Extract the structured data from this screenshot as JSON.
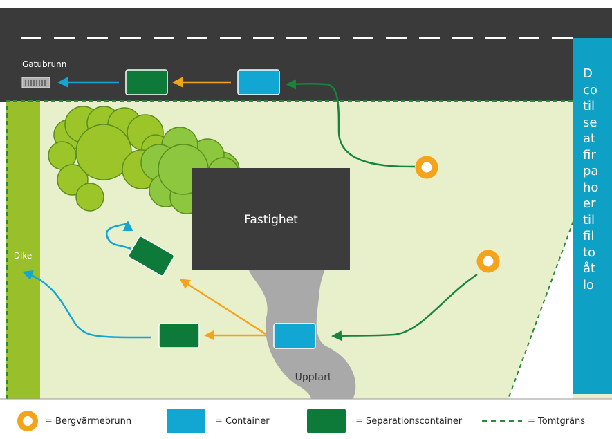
{
  "labels": {
    "gatubrunn": "Gatubrunn",
    "dike": "Dike",
    "fastighet": "Fastighet",
    "uppfart": "Uppfart"
  },
  "info_box": {
    "visible_text": "D co til se at fir pa ho er til fil to åt lo"
  },
  "legend": {
    "bergvarmebrunn": "= Bergvärmebrunn",
    "container": "= Container",
    "separationscontainer": "= Separationscontainer",
    "tomtgrans": "= Tomtgräns"
  },
  "colors": {
    "road": "#3a3a3a",
    "lawn": "#e8efcb",
    "ditch": "#99bf2a",
    "building": "#3c3c3c",
    "driveway": "#a9a9a9",
    "container": "#12a6d3",
    "separation_container": "#0e7a3a",
    "well": "#f4a41c",
    "orange_arrow": "#f4a41c",
    "blue_arrow": "#12a6d3",
    "green_arrow": "#16843c",
    "info_box": "#0fa0c6",
    "tree": "#8dc63f"
  }
}
